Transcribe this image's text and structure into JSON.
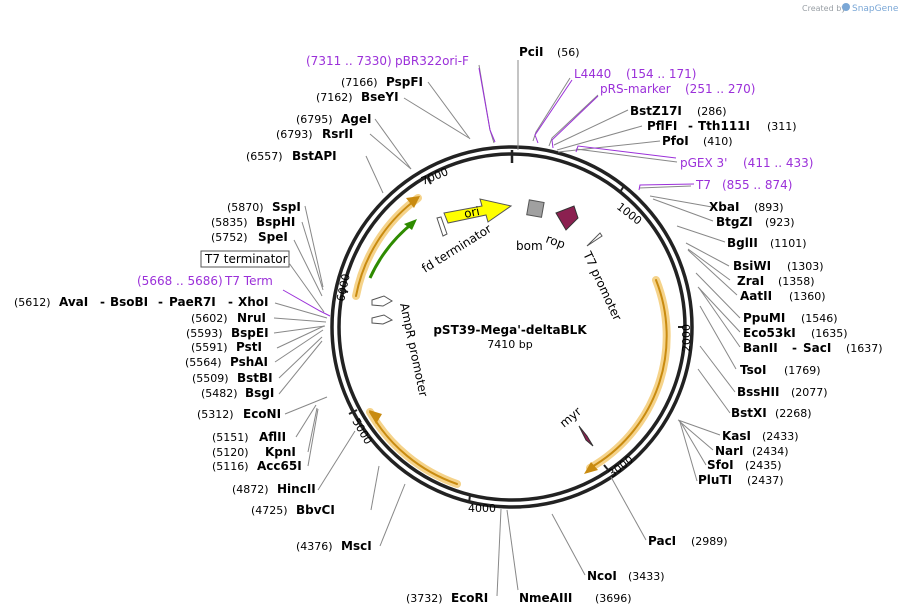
{
  "branding": {
    "created_by": "Created by",
    "app": "SnapGene"
  },
  "plasmid": {
    "name": "pST39-Mega'-deltaBLK",
    "size": "7410 bp"
  },
  "ticks": [
    "1000",
    "2000",
    "3000",
    "4000",
    "5000",
    "6000",
    "7000"
  ],
  "features": {
    "ori": "ori",
    "rop": "rop",
    "bom": "bom",
    "fd_terminator": "fd terminator",
    "t7_promoter": "T7 promoter",
    "ampr_promoter": "AmpR promoter",
    "myr": "myr",
    "t7_terminator": "T7 terminator"
  },
  "primers": [
    {
      "name": "pBR322ori-F",
      "pos": "(7311 .. 7330)"
    },
    {
      "name": "L4440",
      "pos": "(154 .. 171)"
    },
    {
      "name": "pRS-marker",
      "pos": "(251 .. 270)"
    },
    {
      "name": "pGEX 3'",
      "pos": "(411 .. 433)"
    },
    {
      "name": "T7",
      "pos": "(855 .. 874)"
    },
    {
      "name": "T7 Term",
      "pos": "(5668 .. 5686)"
    }
  ],
  "sites": [
    {
      "name": "PciI",
      "pos": "(56)"
    },
    {
      "name": "BstZ17I",
      "pos": "(286)"
    },
    {
      "name": "PflFI",
      "pos": ""
    },
    {
      "name": "Tth111I",
      "pos": "(311)"
    },
    {
      "name": "PfoI",
      "pos": "(410)"
    },
    {
      "name": "XbaI",
      "pos": "(893)"
    },
    {
      "name": "BtgZI",
      "pos": "(923)"
    },
    {
      "name": "BglII",
      "pos": "(1101)"
    },
    {
      "name": "BsiWI",
      "pos": "(1303)"
    },
    {
      "name": "ZraI",
      "pos": "(1358)"
    },
    {
      "name": "AatII",
      "pos": "(1360)"
    },
    {
      "name": "PpuMI",
      "pos": "(1546)"
    },
    {
      "name": "Eco53kI",
      "pos": "(1635)"
    },
    {
      "name": "BanII",
      "pos": ""
    },
    {
      "name": "SacI",
      "pos": "(1637)"
    },
    {
      "name": "TsoI",
      "pos": "(1769)"
    },
    {
      "name": "BssHII",
      "pos": "(2077)"
    },
    {
      "name": "BstXI",
      "pos": "(2268)"
    },
    {
      "name": "KasI",
      "pos": "(2433)"
    },
    {
      "name": "NarI",
      "pos": "(2434)"
    },
    {
      "name": "SfoI",
      "pos": "(2435)"
    },
    {
      "name": "PluTI",
      "pos": "(2437)"
    },
    {
      "name": "PacI",
      "pos": "(2989)"
    },
    {
      "name": "NcoI",
      "pos": "(3433)"
    },
    {
      "name": "NmeAIII",
      "pos": "(3696)"
    },
    {
      "name": "EcoRI",
      "pos": "(3732)"
    },
    {
      "name": "MscI",
      "pos": "(4376)"
    },
    {
      "name": "BbvCI",
      "pos": "(4725)"
    },
    {
      "name": "HincII",
      "pos": "(4872)"
    },
    {
      "name": "Acc65I",
      "pos": "(5116)"
    },
    {
      "name": "KpnI",
      "pos": "(5120)"
    },
    {
      "name": "AflII",
      "pos": "(5151)"
    },
    {
      "name": "EcoNI",
      "pos": "(5312)"
    },
    {
      "name": "BsgI",
      "pos": "(5482)"
    },
    {
      "name": "BstBI",
      "pos": "(5509)"
    },
    {
      "name": "PshAI",
      "pos": "(5564)"
    },
    {
      "name": "PstI",
      "pos": "(5591)"
    },
    {
      "name": "BspEI",
      "pos": "(5593)"
    },
    {
      "name": "NruI",
      "pos": "(5602)"
    },
    {
      "name": "AvaI",
      "pos": "(5612)"
    },
    {
      "name": "BsoBI",
      "pos": ""
    },
    {
      "name": "PaeR7I",
      "pos": ""
    },
    {
      "name": "XhoI",
      "pos": ""
    },
    {
      "name": "SpeI",
      "pos": "(5752)"
    },
    {
      "name": "BspHI",
      "pos": "(5835)"
    },
    {
      "name": "SspI",
      "pos": "(5870)"
    },
    {
      "name": "BstAPI",
      "pos": "(6557)"
    },
    {
      "name": "RsrII",
      "pos": "(6793)"
    },
    {
      "name": "AgeI",
      "pos": "(6795)"
    },
    {
      "name": "BseYI",
      "pos": "(7162)"
    },
    {
      "name": "PspFI",
      "pos": "(7166)"
    }
  ],
  "colors": {
    "primer": "#9b30d9",
    "orange_feature": "#f0b030",
    "ori": "#ffff00",
    "rop": "#8b2050",
    "bom": "#a0a0a0",
    "green_feature": "#2e8b00"
  }
}
